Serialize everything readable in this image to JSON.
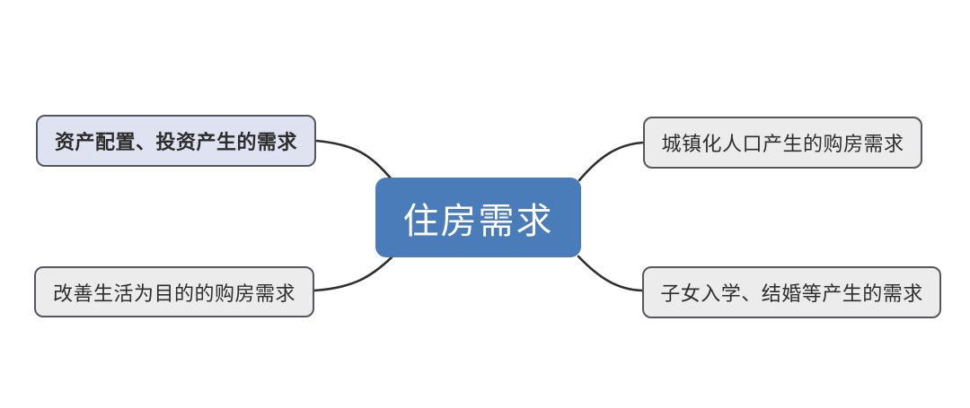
{
  "diagram": {
    "type": "mindmap",
    "background": "#ffffff",
    "connector_color": "#2f2f2f",
    "root": {
      "label": "住房需求",
      "fill": "#4a7cba",
      "text_color": "#ffffff"
    },
    "branches": [
      {
        "label": "资产配置、投资产生的需求",
        "position": "top-left",
        "fill": "#dfe3f1",
        "border": "#55565e",
        "bold": true
      },
      {
        "label": "城镇化人口产生的购房需求",
        "position": "top-right",
        "fill": "#ececec",
        "border": "#55565e",
        "bold": false
      },
      {
        "label": "改善生活为目的的购房需求",
        "position": "bottom-left",
        "fill": "#ececec",
        "border": "#55565e",
        "bold": false
      },
      {
        "label": "子女入学、结婚等产生的需求",
        "position": "bottom-right",
        "fill": "#ececec",
        "border": "#55565e",
        "bold": false
      }
    ]
  }
}
